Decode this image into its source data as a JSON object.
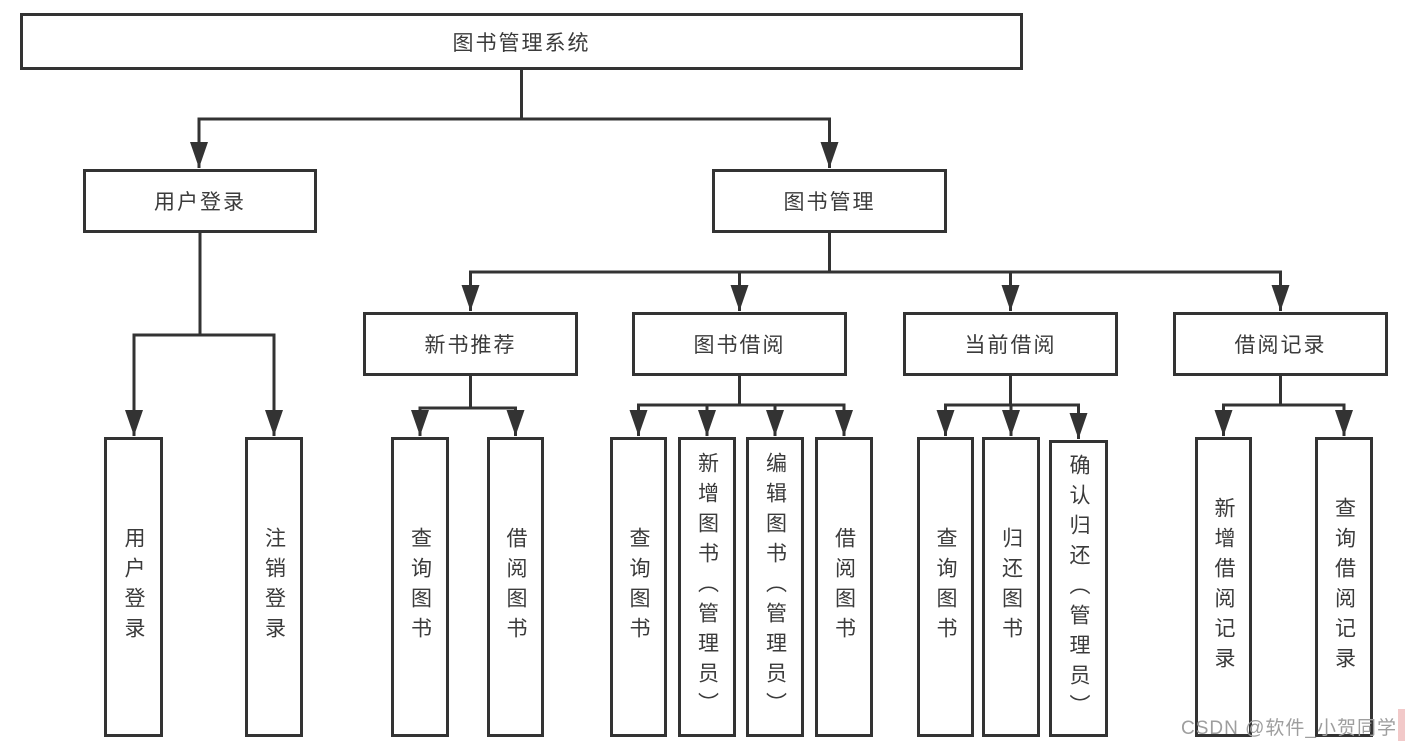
{
  "diagram": {
    "root": {
      "label": "图书管理系统"
    },
    "level2": [
      {
        "label": "用户登录"
      },
      {
        "label": "图书管理"
      }
    ],
    "level3": [
      {
        "label": "新书推荐"
      },
      {
        "label": "图书借阅"
      },
      {
        "label": "当前借阅"
      },
      {
        "label": "借阅记录"
      }
    ],
    "leaves": {
      "user_login": [
        {
          "label": "用户登录"
        },
        {
          "label": "注销登录"
        }
      ],
      "new_book_recommendation": [
        {
          "label": "查询图书"
        },
        {
          "label": "借阅图书"
        }
      ],
      "book_borrowing": [
        {
          "label": "查询图书"
        },
        {
          "label": "新增图书（管理员）"
        },
        {
          "label": "编辑图书（管理员）"
        },
        {
          "label": "借阅图书"
        }
      ],
      "current_borrowing": [
        {
          "label": "查询图书"
        },
        {
          "label": "归还图书"
        },
        {
          "label": "确认归还（管理员）"
        }
      ],
      "borrowing_records": [
        {
          "label": "新增借阅记录"
        },
        {
          "label": "查询借阅记录"
        }
      ]
    },
    "watermark": "CSDN @软件_小贺同学",
    "colors": {
      "line": "#333333",
      "text": "#3b3b3b",
      "watermark": "#9e9e9e",
      "background": "#ffffff",
      "watermark_accent": "#f2c9c9"
    }
  }
}
